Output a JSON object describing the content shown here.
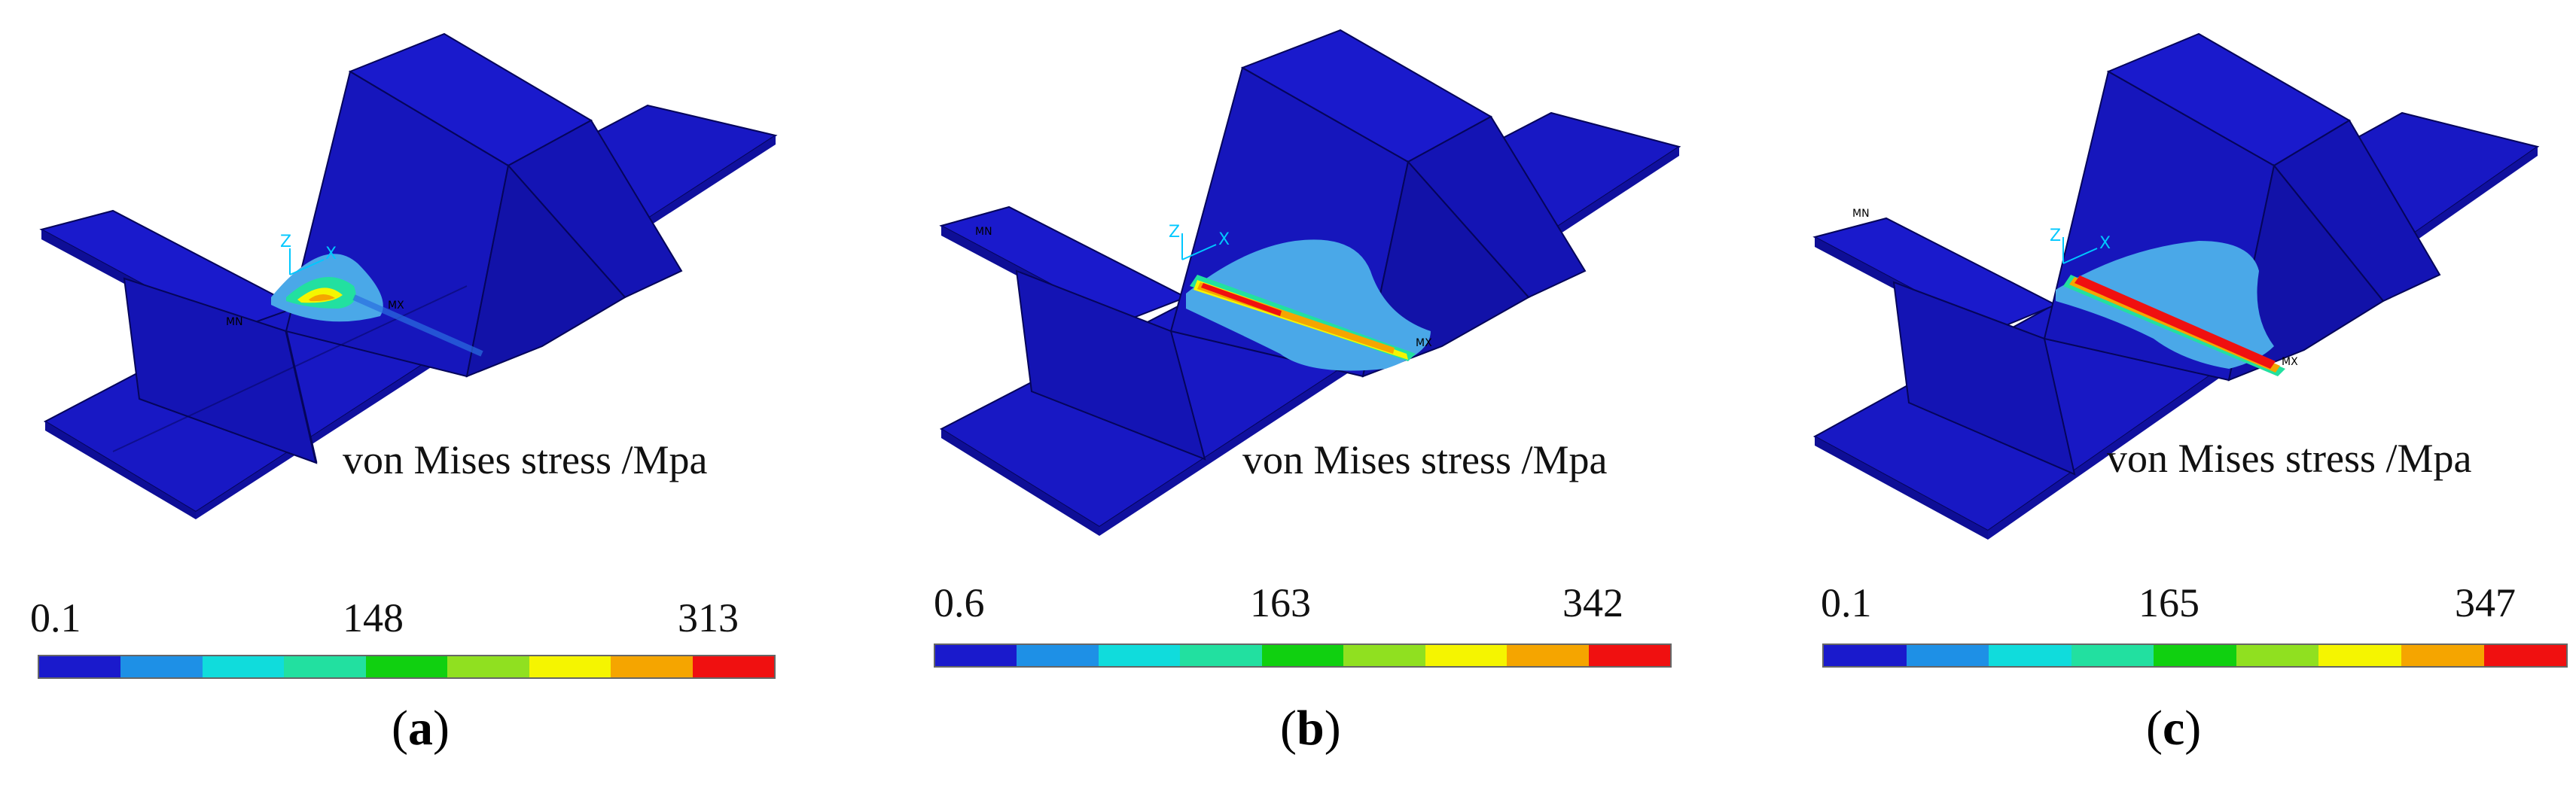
{
  "colors": {
    "model_face_top": "#1a1acc",
    "model_face_side": "#1414b4",
    "model_face_dark": "#0e0e96",
    "edge": "#05055a",
    "scale": [
      "#1a1acc",
      "#1e90e6",
      "#10dcdc",
      "#22e0a0",
      "#10d010",
      "#90e020",
      "#f5f500",
      "#f5a500",
      "#f01010"
    ]
  },
  "panels": [
    {
      "id": "a",
      "stress_label": "von Mises stress /Mpa",
      "scale_min": "0.1",
      "scale_mid": "148",
      "scale_max": "313",
      "caption_open": "(",
      "caption_letter": "a",
      "caption_close": ")",
      "node_min": "MN",
      "node_max": "MX",
      "axis_z": "Z",
      "axis_x": "X"
    },
    {
      "id": "b",
      "stress_label": "von Mises stress /Mpa",
      "scale_min": "0.6",
      "scale_mid": "163",
      "scale_max": "342",
      "caption_open": "(",
      "caption_letter": "b",
      "caption_close": ")",
      "node_min": "MN",
      "node_max": "MX",
      "axis_z": "Z",
      "axis_x": "X"
    },
    {
      "id": "c",
      "stress_label": "von Mises stress /Mpa",
      "scale_min": "0.1",
      "scale_mid": "165",
      "scale_max": "347",
      "caption_open": "(",
      "caption_letter": "c",
      "caption_close": ")",
      "node_min": "MN",
      "node_max": "MX",
      "axis_z": "Z",
      "axis_x": "X"
    }
  ]
}
